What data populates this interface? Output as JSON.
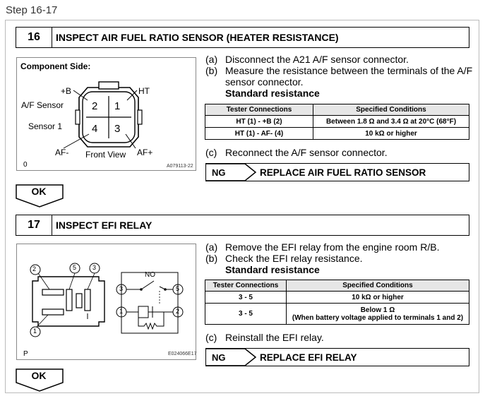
{
  "header": {
    "title": "Step 16-17"
  },
  "step16": {
    "number": "16",
    "title": "INSPECT AIR FUEL RATIO SENSOR (HEATER RESISTANCE)",
    "figure": {
      "heading": "Component Side:",
      "label_plus_b": "+B",
      "label_ht": "HT",
      "label_af_sensor": "A/F Sensor",
      "label_sensor1": "Sensor 1",
      "label_af_minus": "AF-",
      "label_front_view": "Front View",
      "label_af_plus": "AF+",
      "pin1": "1",
      "pin2": "2",
      "pin3": "3",
      "pin4": "4",
      "corner_left": "0",
      "corner_right": "A079113-22"
    },
    "instructions": [
      {
        "label": "(a)",
        "text": "Disconnect the A21 A/F sensor connector."
      },
      {
        "label": "(b)",
        "text": "Measure the resistance between the terminals of the A/F"
      },
      {
        "label": "",
        "text": "sensor connector."
      }
    ],
    "standard_label": "Standard resistance",
    "table": {
      "headers": [
        "Tester Connections",
        "Specified Conditions"
      ],
      "rows": [
        [
          "HT (1) - +B (2)",
          "Between 1.8 Ω and 3.4 Ω at 20°C (68°F)"
        ],
        [
          "HT (1) - AF- (4)",
          "10 kΩ or higher"
        ]
      ]
    },
    "reconnect": {
      "label": "(c)",
      "text": "Reconnect the A/F sensor connector."
    },
    "ng": {
      "label": "NG",
      "result": "REPLACE AIR FUEL RATIO SENSOR"
    },
    "ok": "OK"
  },
  "step17": {
    "number": "17",
    "title": "INSPECT EFI RELAY",
    "figure": {
      "no_label": "NO",
      "pin1": "1",
      "pin2": "2",
      "pin3": "3",
      "pin5": "5",
      "corner_left": "P",
      "corner_right": "E024066E17"
    },
    "instructions": [
      {
        "label": "(a)",
        "text": "Remove the EFI relay from the engine room R/B."
      },
      {
        "label": "(b)",
        "text": "Check the EFI relay resistance."
      }
    ],
    "standard_label": "Standard resistance",
    "table": {
      "headers": [
        "Tester Connections",
        "Specified Conditions"
      ],
      "rows": [
        [
          "3 - 5",
          "10 kΩ or higher"
        ],
        [
          "3 - 5",
          "Below 1 Ω",
          "(When battery voltage applied to terminals 1 and 2)"
        ]
      ]
    },
    "reinstall": {
      "label": "(c)",
      "text": "Reinstall the EFI relay."
    },
    "ng": {
      "label": "NG",
      "result": "REPLACE EFI RELAY"
    },
    "ok": "OK"
  }
}
